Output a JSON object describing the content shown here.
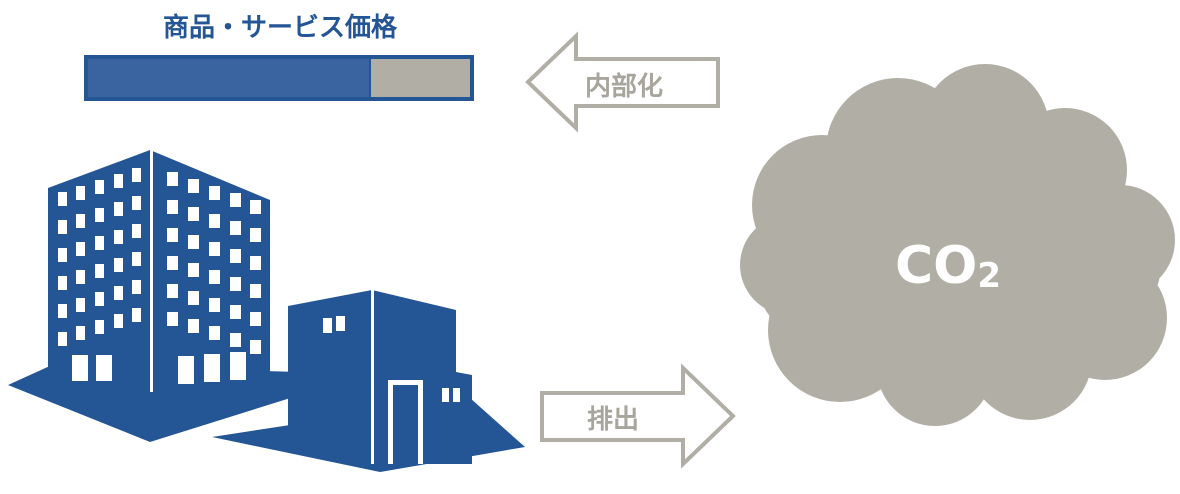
{
  "price_label": "商品・サービス価格",
  "price_bar": {
    "base_fraction": 0.74
  },
  "arrow_internalize_label": "内部化",
  "arrow_emission_label": "排出",
  "cloud_label_main": "CO",
  "cloud_label_sub": "2",
  "colors": {
    "brand_blue": "#245594",
    "bar_blue": "#3a64a0",
    "gray": "#b1aea5",
    "arrow_text": "#a8a59c",
    "white": "#ffffff"
  }
}
